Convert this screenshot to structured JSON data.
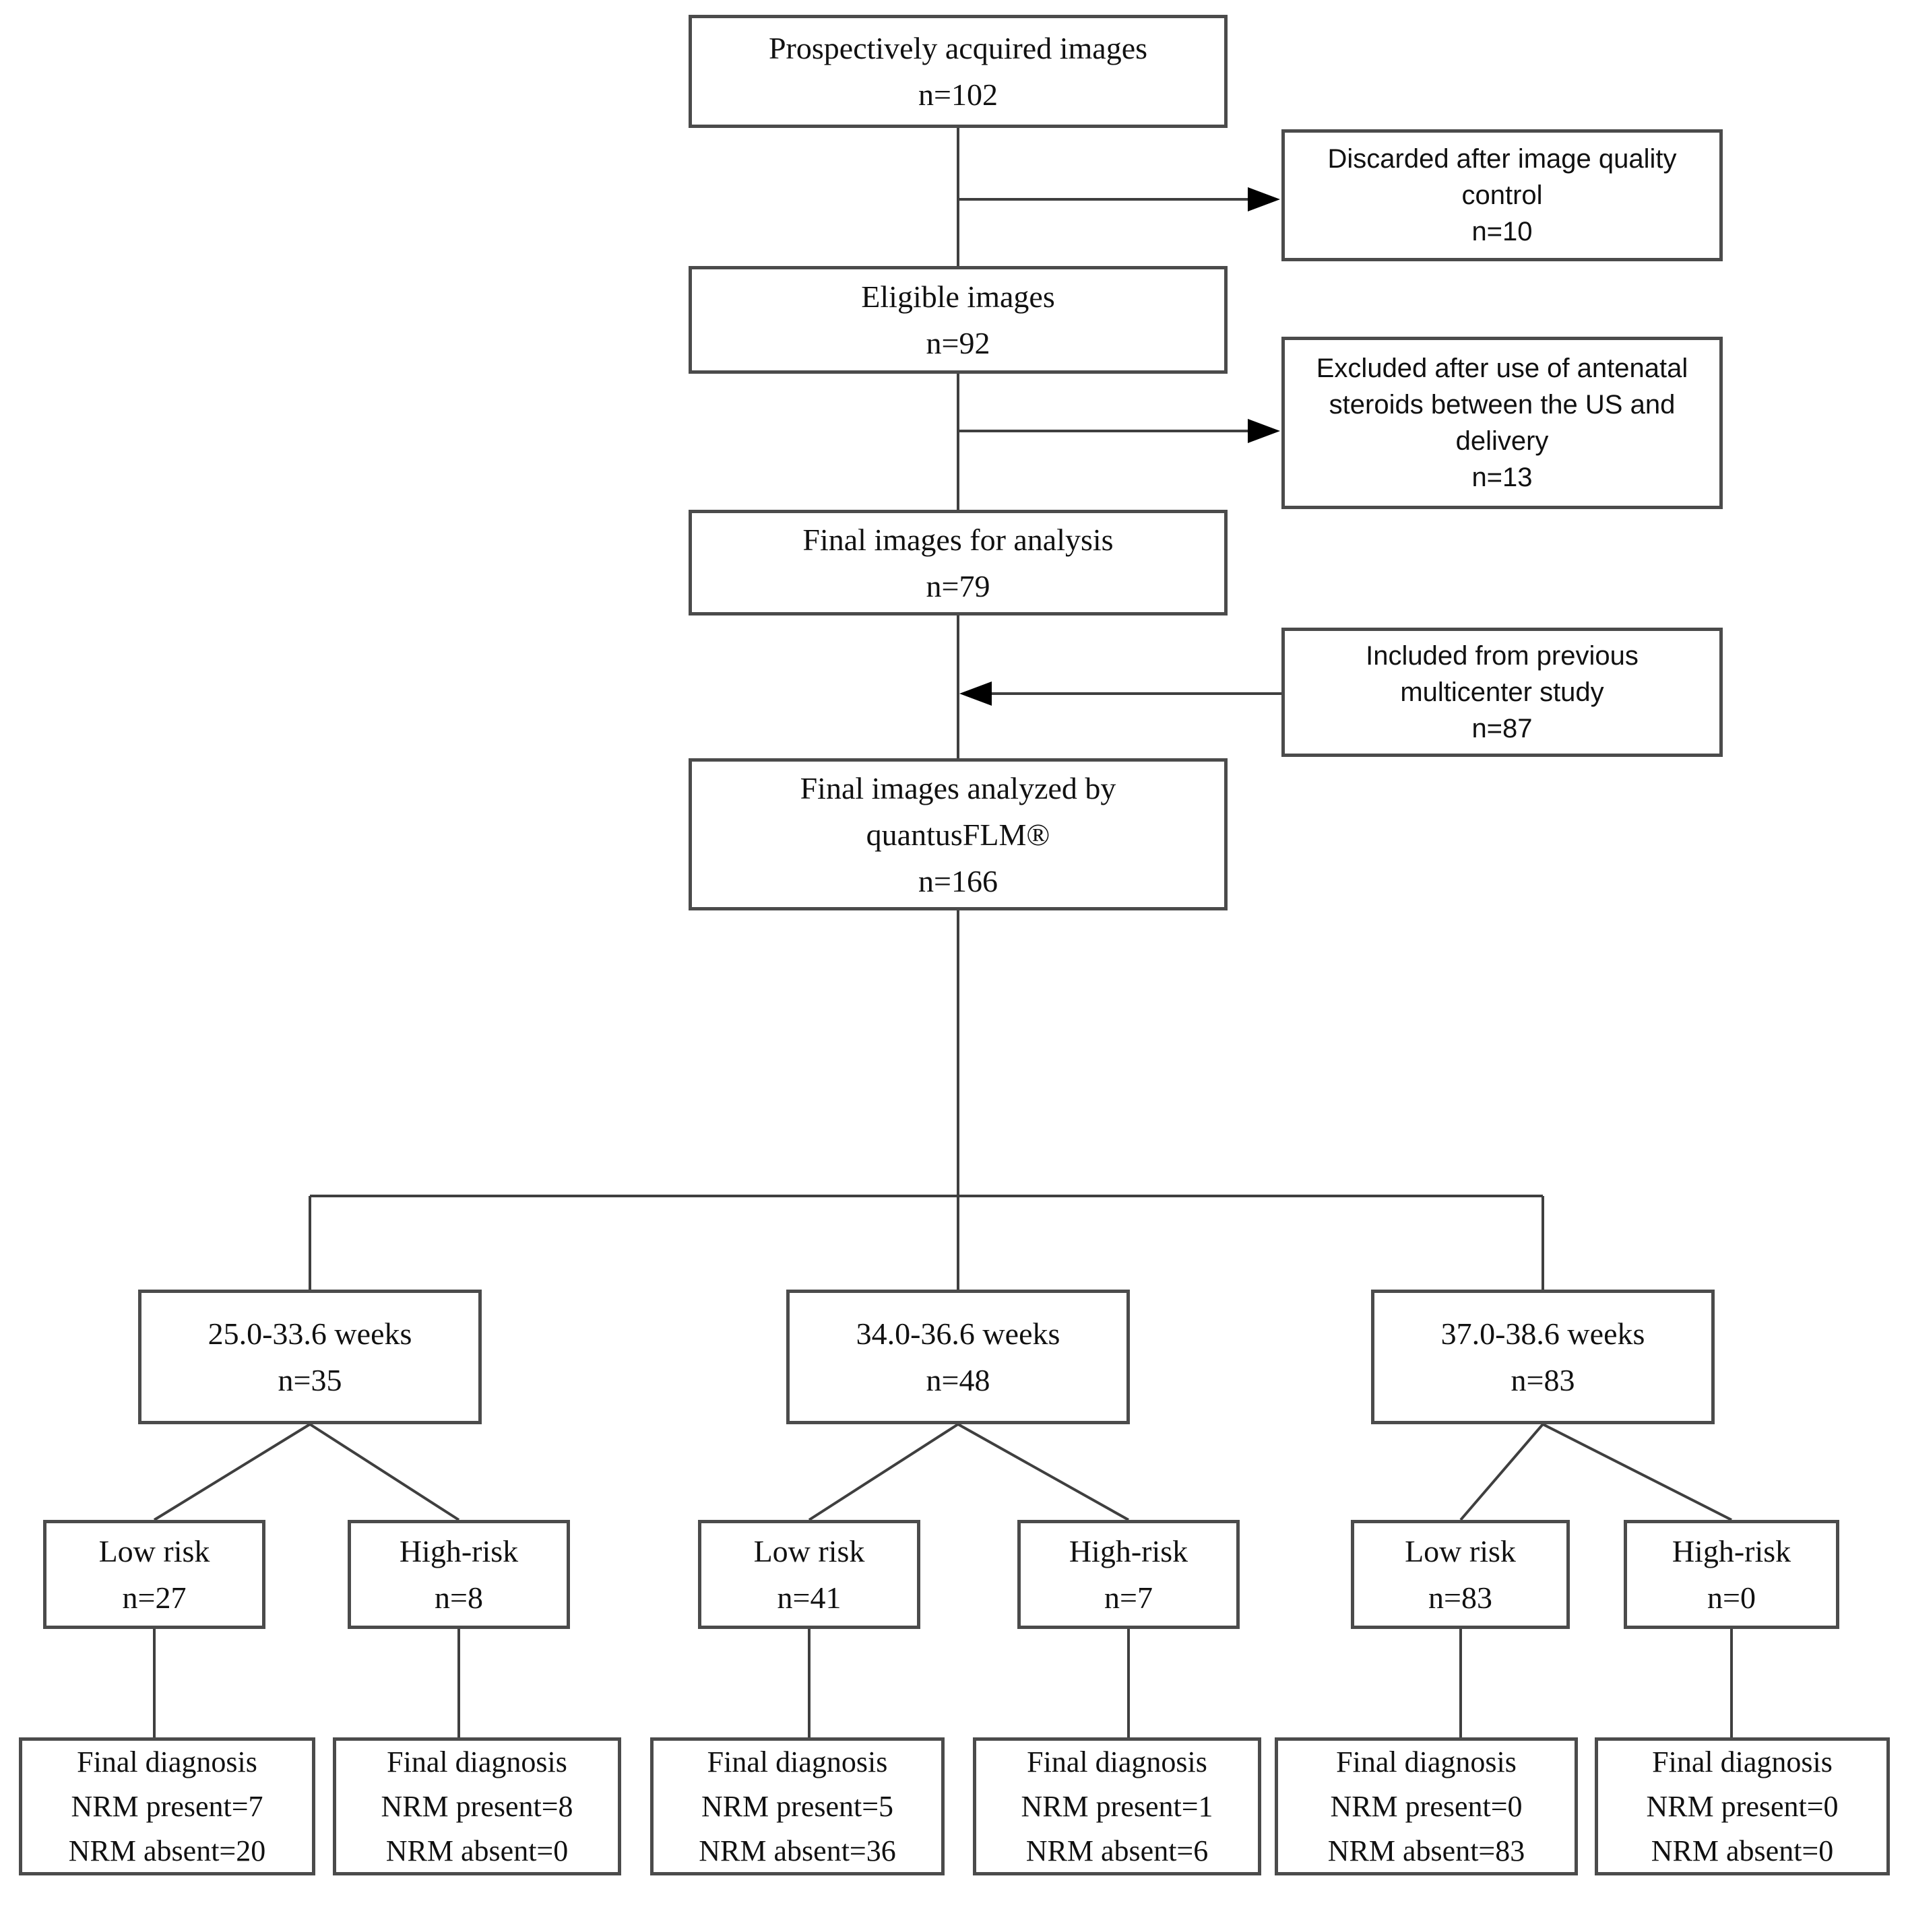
{
  "style": {
    "background": "#ffffff",
    "box_border_color": "#4b4b4b",
    "connector_color": "#3f3f3f",
    "arrow_color": "#000000",
    "text_color": "#111111"
  },
  "boxes": {
    "prospective": {
      "title": "Prospectively acquired images",
      "n": "n=102"
    },
    "discarded": {
      "text": "Discarded after image quality control",
      "n": "n=10"
    },
    "eligible": {
      "title": "Eligible images",
      "n": "n=92"
    },
    "excluded": {
      "text": "Excluded after use of antenatal steroids between the US and delivery",
      "n": "n=13"
    },
    "final_analysis": {
      "title": "Final images for analysis",
      "n": "n=79"
    },
    "included": {
      "text": "Included from previous multicenter study",
      "n": "n=87"
    },
    "quantus": {
      "line1": "Final images analyzed by",
      "line2": "quantusFLM®",
      "n": "n=166"
    }
  },
  "groups": {
    "g1": {
      "weeks": {
        "range": "25.0-33.6 weeks",
        "n": "n=35"
      },
      "low": {
        "label": "Low risk",
        "n": "n=27"
      },
      "high": {
        "label": "High-risk",
        "n": "n=8"
      },
      "low_dx": {
        "title": "Final diagnosis",
        "present": "NRM present=7",
        "absent": "NRM absent=20"
      },
      "high_dx": {
        "title": "Final diagnosis",
        "present": "NRM present=8",
        "absent": "NRM absent=0"
      }
    },
    "g2": {
      "weeks": {
        "range": "34.0-36.6 weeks",
        "n": "n=48"
      },
      "low": {
        "label": "Low risk",
        "n": "n=41"
      },
      "high": {
        "label": "High-risk",
        "n": "n=7"
      },
      "low_dx": {
        "title": "Final diagnosis",
        "present": "NRM present=5",
        "absent": "NRM absent=36"
      },
      "high_dx": {
        "title": "Final diagnosis",
        "present": "NRM present=1",
        "absent": "NRM absent=6"
      }
    },
    "g3": {
      "weeks": {
        "range": "37.0-38.6 weeks",
        "n": "n=83"
      },
      "low": {
        "label": "Low risk",
        "n": "n=83"
      },
      "high": {
        "label": "High-risk",
        "n": "n=0"
      },
      "low_dx": {
        "title": "Final diagnosis",
        "present": "NRM present=0",
        "absent": "NRM absent=83"
      },
      "high_dx": {
        "title": "Final diagnosis",
        "present": "NRM present=0",
        "absent": "NRM absent=0"
      }
    }
  }
}
